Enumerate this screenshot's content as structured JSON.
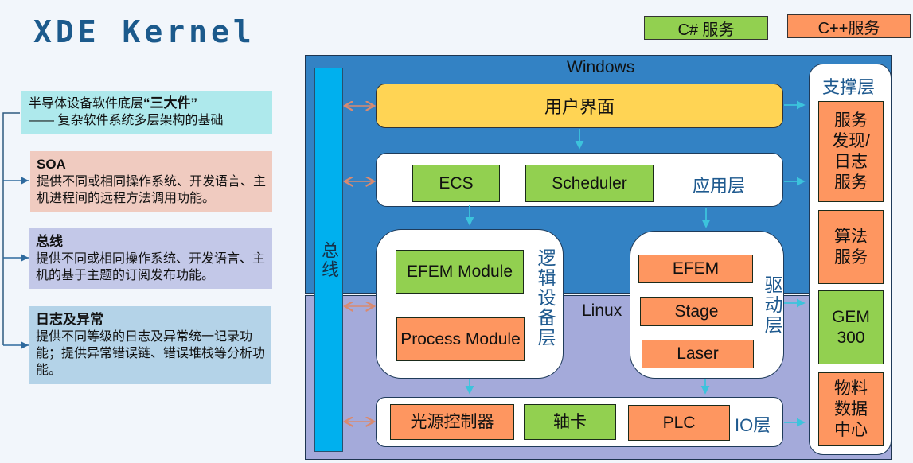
{
  "title": "XDE Kernel",
  "legend": {
    "csharp": "C# 服务",
    "cpp": "C++服务",
    "colors": {
      "csharp": "#92d050",
      "cpp": "#fe9660"
    }
  },
  "sidebar": {
    "intro": {
      "line1_prefix": "半导体设备软件底层",
      "line1_quoted": "“三大件”",
      "line2": "—— 复杂软件系统多层架构的基础"
    },
    "items": [
      {
        "title": "SOA",
        "text": "提供不同或相同操作系统、开发语言、主机进程间的远程方法调用功能。"
      },
      {
        "title": "总线",
        "text": "提供不同或相同操作系统、开发语言、主机的基于主题的订阅发布功能。"
      },
      {
        "title": "日志及异常",
        "text": "提供不同等级的日志及异常统一记录功能；提供异常错误链、错误堆栈等分析功能。"
      }
    ]
  },
  "diagram": {
    "os_windows": "Windows",
    "os_linux": "Linux",
    "bus": "总线",
    "ui_layer": "用户界面",
    "app_layer": {
      "label": "应用层",
      "items": [
        "ECS",
        "Scheduler"
      ]
    },
    "logic_layer": {
      "label": "逻辑设备层",
      "items": [
        "EFEM Module",
        "Process Module"
      ]
    },
    "driver_layer": {
      "label": "驱动层",
      "items": [
        "EFEM",
        "Stage",
        "Laser"
      ]
    },
    "io_layer": {
      "label": "IO层",
      "items": [
        "光源控制器",
        "轴卡",
        "PLC"
      ]
    },
    "support_layer": {
      "label": "支撑层",
      "items": [
        "服务发现/日志服务",
        "算法服务",
        "GEM 300",
        "物料数据中心"
      ]
    }
  }
}
